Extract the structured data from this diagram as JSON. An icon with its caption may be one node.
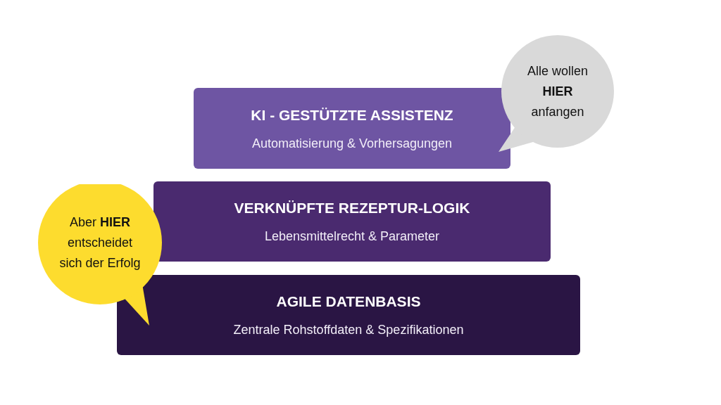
{
  "diagram": {
    "nodes": [
      {
        "text": [
          "KI - GESTÜTZTE ASSISTENZ",
          "Automatisierung & Vorhersagungen"
        ]
      },
      {
        "text": [
          "Alle wollen **HIER** anfangen"
        ]
      },
      {
        "text": [
          "VERKNÜPFTE REZEPTUR-LOGIK",
          "Lebensmittelrecht & Parameter"
        ]
      },
      {
        "text": [
          "Aber **HIER** entscheidet sich der Erfolg"
        ]
      },
      {
        "text": [
          "AGILE DATENBASIS",
          "Zentrale Rohstoffdaten & Spezifikationen"
        ]
      }
    ]
  }
}
